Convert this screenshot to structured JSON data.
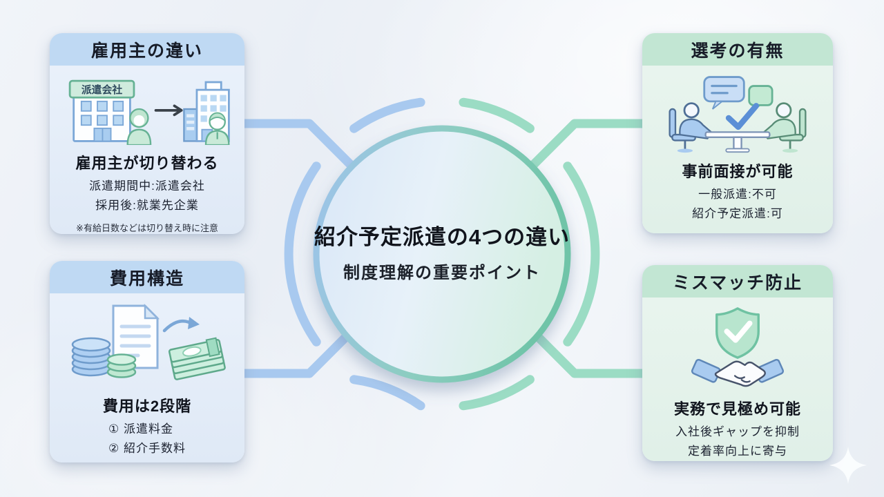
{
  "center": {
    "title": "紹介予定派遣の4つの違い",
    "subtitle": "制度理解の重要ポイント"
  },
  "cards": {
    "employer": {
      "header": "雇用主の違い",
      "icon": "company-transfer-icon",
      "icon_sign_text": "派遣会社",
      "point": "雇用主が切り替わる",
      "lines": [
        "派遣期間中:派遣会社",
        "採用後:就業先企業"
      ],
      "note": "※有給日数などは切り替え時に注意"
    },
    "cost": {
      "header": "費用構造",
      "icon": "document-coins-banknotes-icon",
      "point": "費用は2段階",
      "lines": [
        "① 派遣料金",
        "② 紹介手数料"
      ]
    },
    "selection": {
      "header": "選考の有無",
      "icon": "interview-check-icon",
      "point": "事前面接が可能",
      "lines": [
        "一般派遣:不可",
        "紹介予定派遣:可"
      ]
    },
    "mismatch": {
      "header": "ミスマッチ防止",
      "icon": "shield-handshake-icon",
      "point": "実務で見極め可能",
      "lines": [
        "入社後ギャップを抑制",
        "定着率向上に寄与"
      ]
    }
  },
  "colors": {
    "connector_blue": "#A8C9EF",
    "connector_green": "#9BDCC4",
    "header_blue": "#BFD9F3",
    "header_green": "#C2E6D3",
    "circle_border_blue": "#9EC3EC",
    "circle_border_teal": "#6FC4A8",
    "text_dark": "#11141C"
  }
}
